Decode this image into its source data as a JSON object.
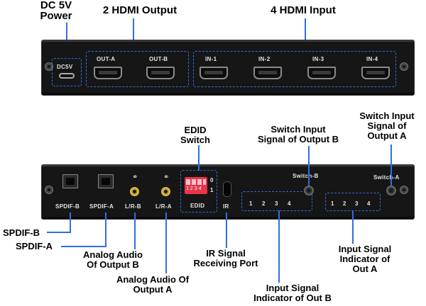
{
  "callouts": {
    "dc_power": "DC 5V\nPower",
    "hdmi_output": "2 HDMI Output",
    "hdmi_input": "4 HDMI Input",
    "edid_switch": "EDID\nSwitch",
    "switch_input_b": "Switch Input\nSignal of Output B",
    "switch_input_a": "Switch Input\nSignal of\nOutput A",
    "spdif_b": "SPDIF-B",
    "spdif_a": "SPDIF-A",
    "analog_b": "Analog Audio\nOf Output B",
    "analog_a": "Analog Audio Of\nOutput A",
    "ir_signal": "IR Signal\nReceiving Port",
    "input_indicator_b": "Input Signal\nIndicator of Out B",
    "input_indicator_a": "Input Signal\nIndicator of\nOut A"
  },
  "top_panel": {
    "dc_label": "DC5V",
    "outputs": [
      "OUT-A",
      "OUT-B"
    ],
    "inputs": [
      "IN-1",
      "IN-2",
      "IN-3",
      "IN-4"
    ]
  },
  "bottom_panel": {
    "spdif_b_label": "SPDIF-B",
    "spdif_a_label": "SPDIF-A",
    "lr_b_label": "L/R-B",
    "lr_a_label": "L/R-A",
    "edid_label": "EDID",
    "edid_digits": [
      "1",
      "2",
      "3",
      "4"
    ],
    "edid_side": [
      "0",
      "1"
    ],
    "ir_label": "IR",
    "indicator_b": [
      "1",
      "2",
      "3",
      "4"
    ],
    "indicator_a": [
      "1",
      "2",
      "3",
      "4"
    ],
    "switch_b_label": "Switch-B",
    "switch_a_label": "Switch-A"
  },
  "colors": {
    "panel": "#161616",
    "dashed_border": "#2f6fe4",
    "edid_switch": "#e8354a",
    "audio_jack": "#c49a22"
  }
}
